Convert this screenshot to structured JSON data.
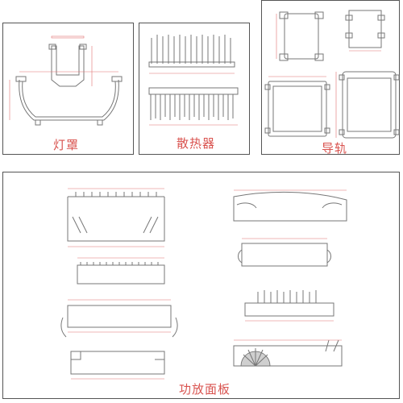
{
  "panels": {
    "lamp_cover": {
      "label": "灯罩"
    },
    "heat_sink": {
      "label": "散热器"
    },
    "guide_rail": {
      "label": "导轨"
    },
    "amp_panel": {
      "label": "功放面板"
    }
  },
  "colors": {
    "border": "#555555",
    "label": "#d9534f",
    "dimension_line": "#e07070",
    "profile_line": "#777777",
    "profile_fill": "#cfcfcf",
    "background": "#ffffff"
  }
}
